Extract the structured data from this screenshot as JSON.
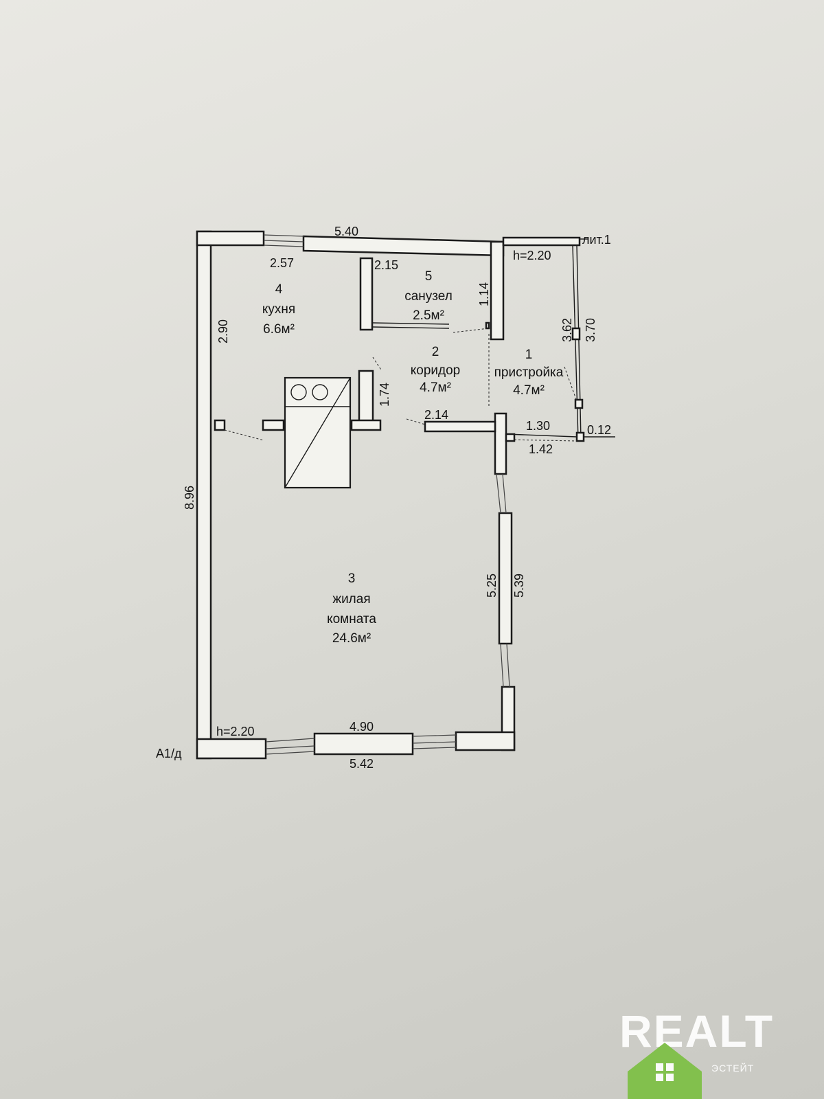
{
  "dimensions": {
    "top_overall": "5.40",
    "top_left_window": "2.57",
    "bath_width": "2.15",
    "bath_height": "1.14",
    "kitchen_height": "2.90",
    "left_overall": "8.96",
    "corridor_height": "1.74",
    "corridor_width": "2.14",
    "annex_h": "h=2.20",
    "annex_inner": "3.62",
    "annex_outer": "3.70",
    "annex_w_inner": "1.30",
    "annex_w_outer": "1.42",
    "annex_wall": "0.12",
    "right_inner": "5.25",
    "right_outer": "5.39",
    "bottom_inner": "4.90",
    "bottom_outer": "5.42",
    "main_h": "h=2.20"
  },
  "markers": {
    "lit": "лит.1",
    "a1d": "А1/д"
  },
  "rooms": {
    "r1": {
      "num": "1",
      "name": "пристройка",
      "area": "4.7м²"
    },
    "r2": {
      "num": "2",
      "name": "коридор",
      "area": "4.7м²"
    },
    "r3": {
      "num": "3",
      "name_1": "жилая",
      "name_2": "комната",
      "area": "24.6м²"
    },
    "r4": {
      "num": "4",
      "name": "кухня",
      "area": "6.6м²"
    },
    "r5": {
      "num": "5",
      "name": "санузел",
      "area": "2.5м²"
    }
  },
  "logo": {
    "word": "REALT",
    "sub": "ЭСТЕЙТ"
  },
  "colors": {
    "logo_green": "#7cc043",
    "ink": "#1b1b1b"
  }
}
